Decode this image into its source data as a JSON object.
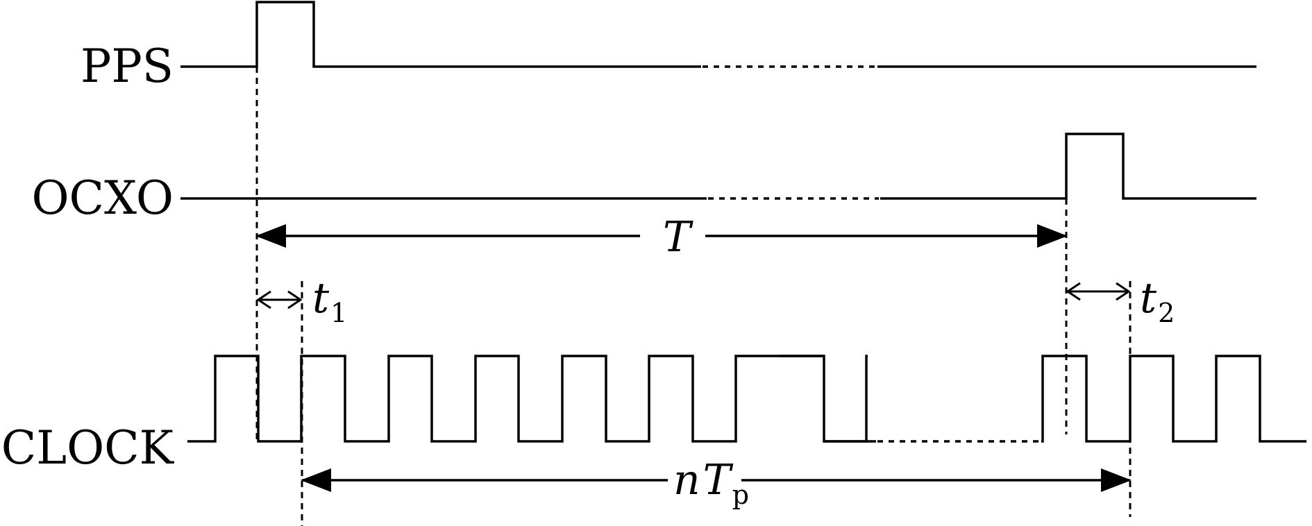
{
  "signals": {
    "pps": "PPS",
    "ocxo": "OCXO",
    "clock": "CLOCK"
  },
  "annotations": {
    "period": "T",
    "t1": {
      "base": "t",
      "sub": "1"
    },
    "t2": {
      "base": "t",
      "sub": "2"
    },
    "count": {
      "prefix": "n",
      "base": "T",
      "sub": "p"
    }
  }
}
